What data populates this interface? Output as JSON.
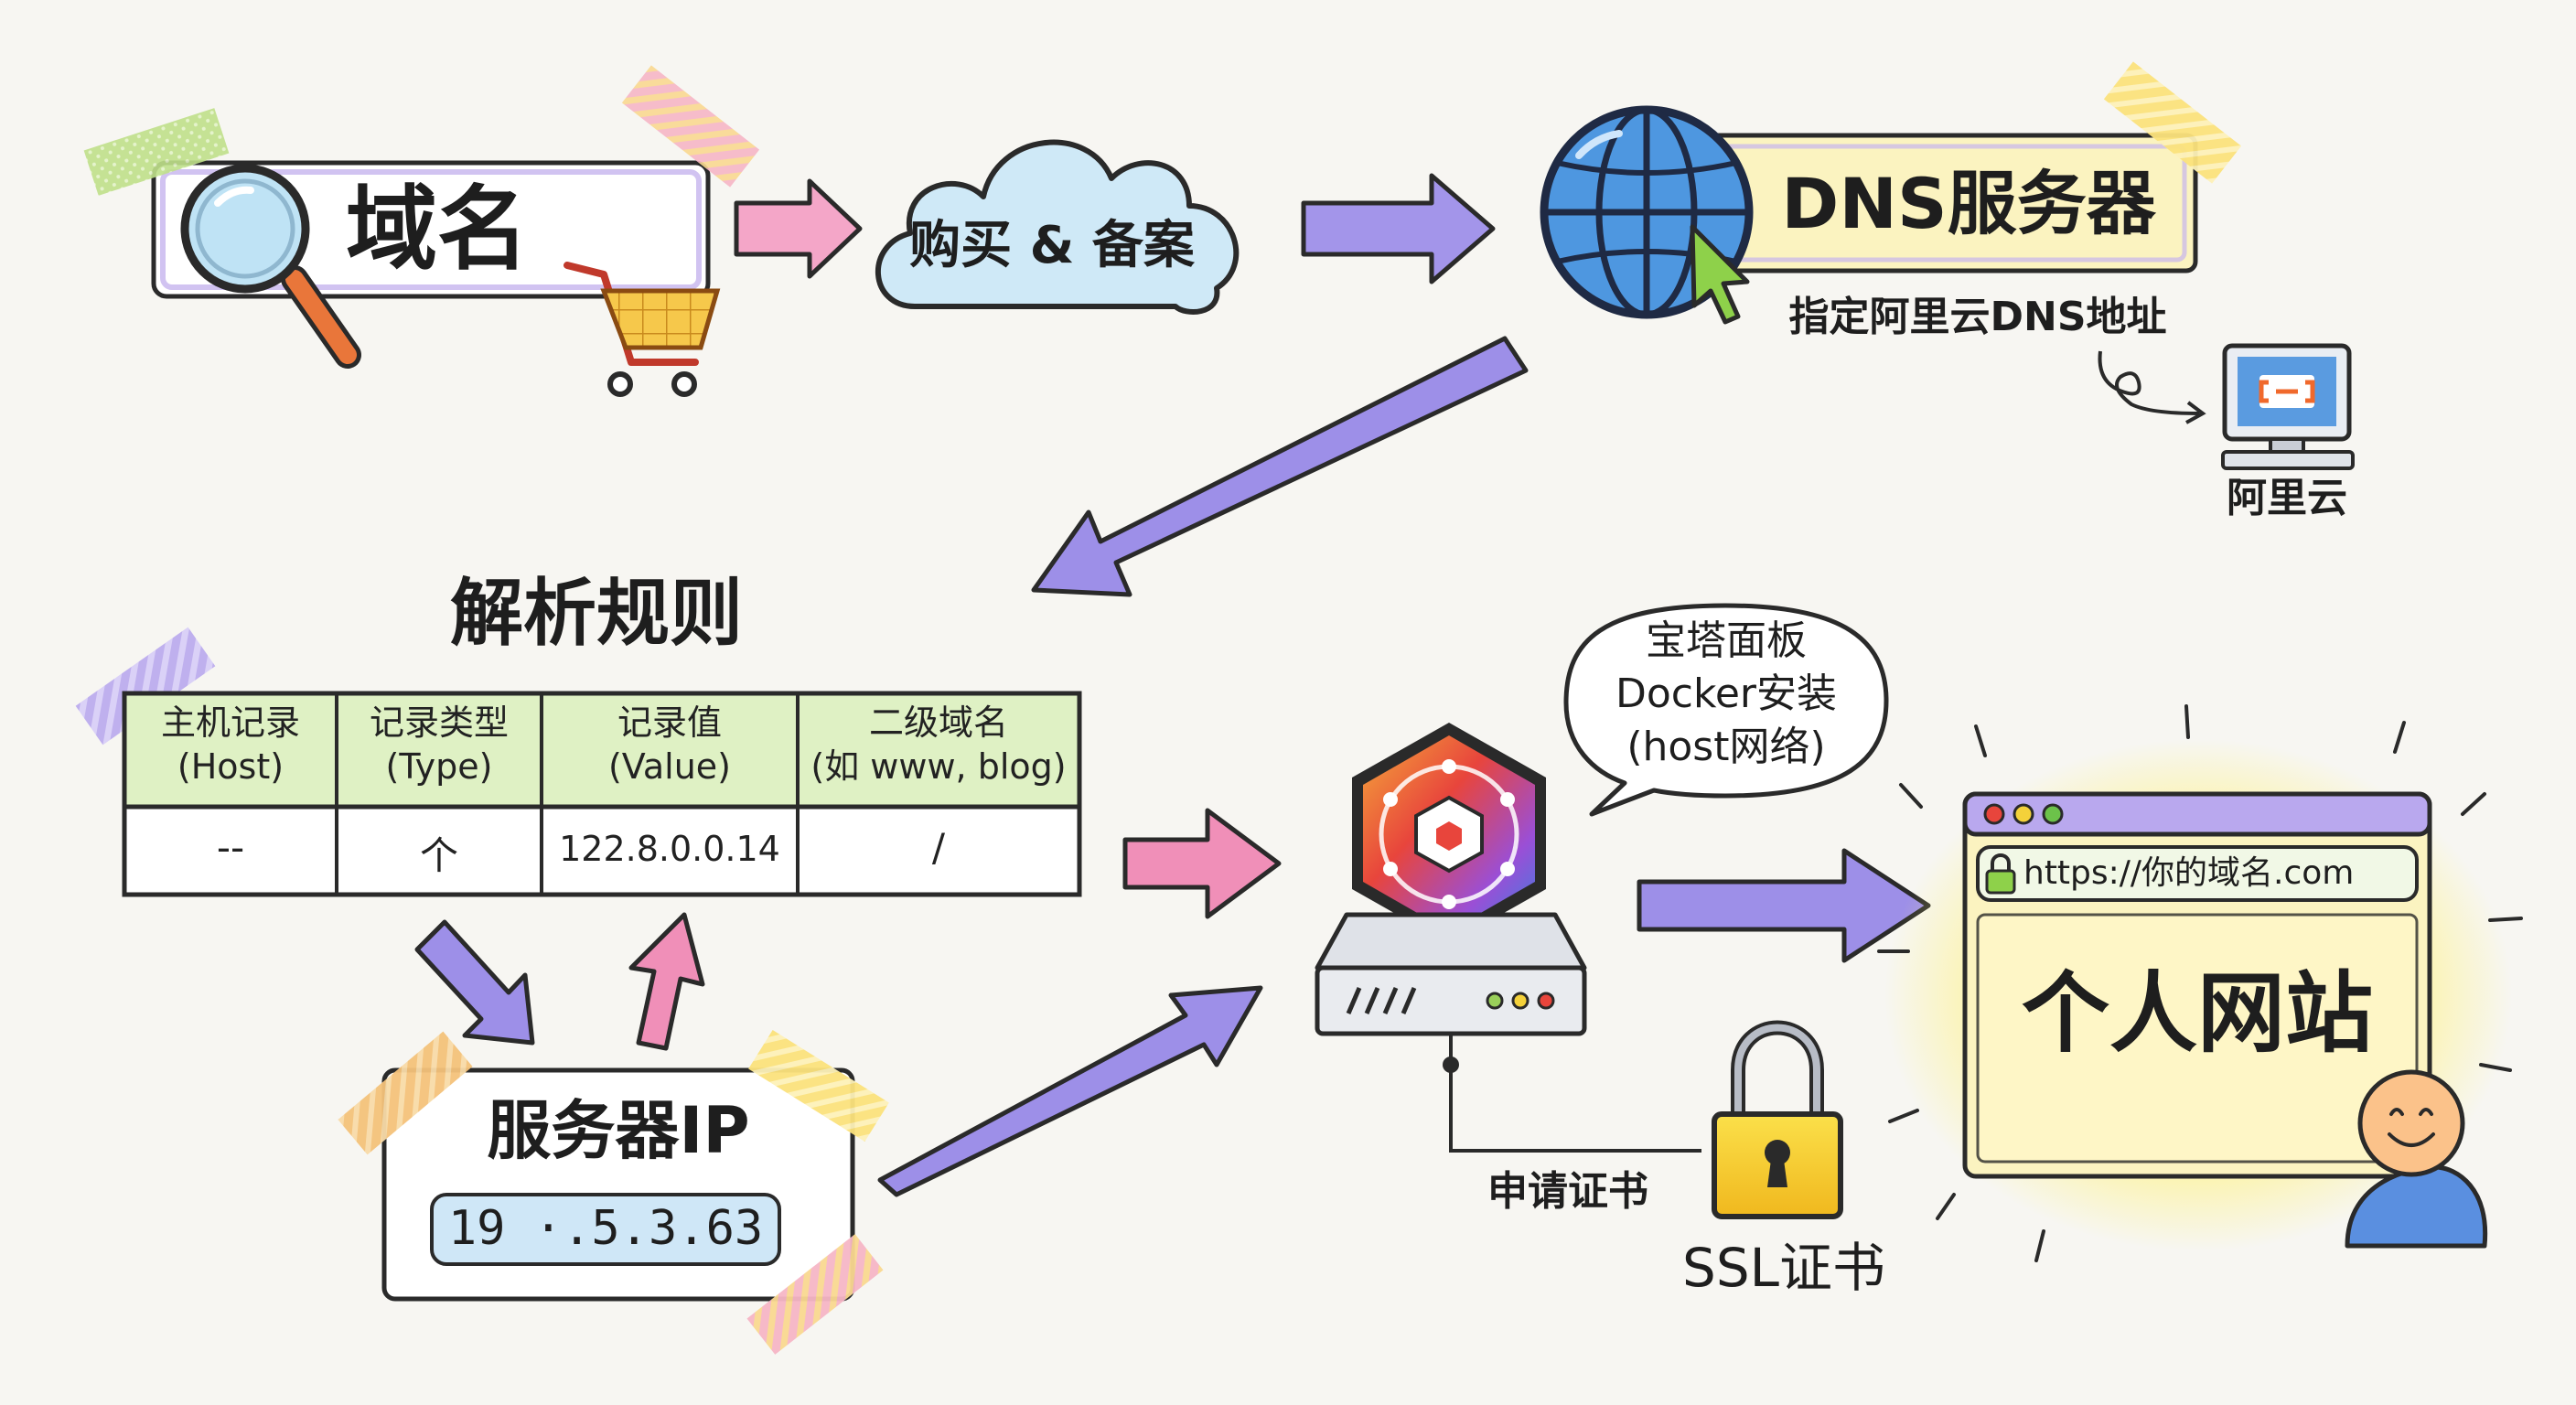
{
  "domain_box": {
    "label": "域名"
  },
  "purchase_cloud": {
    "label": "购买 & 备案"
  },
  "dns_box": {
    "label": "DNS服务器",
    "caption": "指定阿里云DNS地址"
  },
  "aliyun": {
    "label": "阿里云"
  },
  "rules": {
    "title": "解析规则",
    "headers": [
      {
        "line1": "主机记录",
        "line2": "(Host)"
      },
      {
        "line1": "记录类型",
        "line2": "(Type)"
      },
      {
        "line1": "记录值",
        "line2": "(Value)"
      },
      {
        "line1": "二级域名",
        "line2": "(如 www, blog)"
      }
    ],
    "row": [
      "--",
      "个",
      "122.8.0.0.14",
      "/"
    ]
  },
  "server_ip": {
    "label": "服务器IP",
    "value": "19 ·.5.3.63"
  },
  "panel_bubble": {
    "line1": "宝塔面板",
    "line2": "Docker安装",
    "line3": "(host网络)"
  },
  "ssl": {
    "apply_label": "申请证书",
    "label": "SSL证书"
  },
  "website": {
    "url": "https://你的域名.com",
    "label": "个人网站"
  },
  "colors": {
    "pink_arrow": "#f08fb8",
    "purple_arrow": "#9d8fe8",
    "table_header": "#dff1c4",
    "dns_fill": "#fbf3c0",
    "cloud_fill": "#cfe9f7",
    "ip_fill": "#cfe7f7",
    "glow": "#fff27a"
  }
}
